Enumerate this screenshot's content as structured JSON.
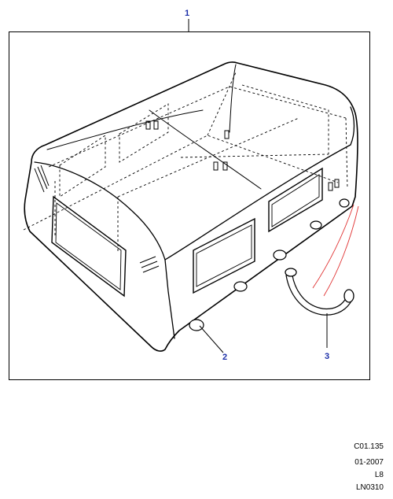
{
  "callouts": {
    "c1": "1",
    "c2": "2",
    "c3": "3"
  },
  "reference": {
    "section": "C01.135",
    "date": "01-2007",
    "model": "L8",
    "illustration": "LN0310"
  },
  "colors": {
    "callout": "#1c2fa8",
    "leader_red": "#e03030",
    "line": "#000000"
  }
}
